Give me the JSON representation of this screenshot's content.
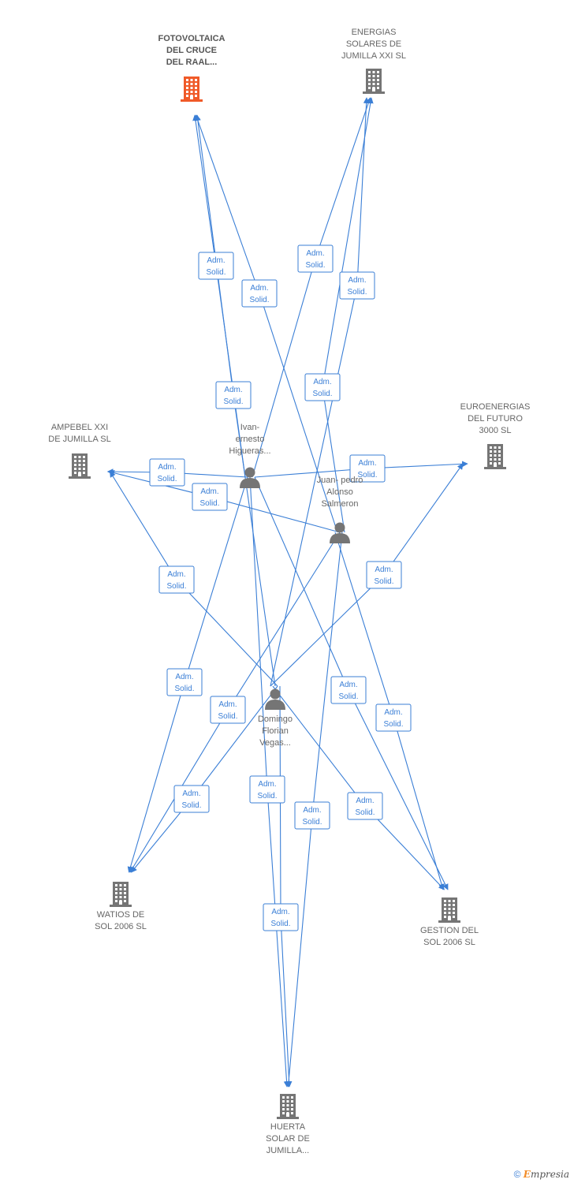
{
  "colors": {
    "edge": "#3b7fd6",
    "company": "#757575",
    "focus_company": "#f05a28",
    "person": "#757575"
  },
  "companies": [
    {
      "id": "c-fotovoltaica",
      "lines": [
        "FOTOVOLTAICA",
        "DEL CRUCE",
        "DEL RAAL..."
      ],
      "focus": true,
      "icon": "building-icon"
    },
    {
      "id": "c-energias",
      "lines": [
        "ENERGIAS",
        "SOLARES DE",
        "JUMILLA XXI SL"
      ],
      "icon": "building-icon"
    },
    {
      "id": "c-ampebel",
      "lines": [
        "AMPEBEL XXI",
        "DE JUMILLA SL"
      ],
      "icon": "building-icon"
    },
    {
      "id": "c-euroenergias",
      "lines": [
        "EUROENERGIAS",
        "DEL FUTURO",
        "3000 SL"
      ],
      "icon": "building-icon"
    },
    {
      "id": "c-watios",
      "lines": [
        "WATIOS DE",
        "SOL 2006 SL"
      ],
      "icon": "building-icon"
    },
    {
      "id": "c-gestion",
      "lines": [
        "GESTION DEL",
        "SOL 2006 SL"
      ],
      "icon": "building-icon"
    },
    {
      "id": "c-huerta",
      "lines": [
        "HUERTA",
        "SOLAR DE",
        "JUMILLA..."
      ],
      "icon": "building-icon"
    }
  ],
  "persons": [
    {
      "id": "p-ivan",
      "lines": [
        "Ivan-",
        "ernesto",
        "Higueras..."
      ],
      "icon": "person-icon"
    },
    {
      "id": "p-juan",
      "lines": [
        "Juan- pedro",
        "Alonso",
        "Salmeron"
      ],
      "icon": "person-icon"
    },
    {
      "id": "p-domingo",
      "lines": [
        "Domingo",
        "Florian",
        "Vegas..."
      ],
      "icon": "person-icon"
    }
  ],
  "edge_label": [
    "Adm.",
    "Solid."
  ],
  "edges": [
    {
      "from": "p-ivan",
      "to": "c-fotovoltaica"
    },
    {
      "from": "p-juan",
      "to": "c-fotovoltaica"
    },
    {
      "from": "p-domingo",
      "to": "c-fotovoltaica"
    },
    {
      "from": "p-ivan",
      "to": "c-energias"
    },
    {
      "from": "p-juan",
      "to": "c-energias"
    },
    {
      "from": "p-domingo",
      "to": "c-energias"
    },
    {
      "from": "p-ivan",
      "to": "c-ampebel"
    },
    {
      "from": "p-juan",
      "to": "c-ampebel"
    },
    {
      "from": "p-domingo",
      "to": "c-ampebel"
    },
    {
      "from": "p-ivan",
      "to": "c-euroenergias"
    },
    {
      "from": "p-domingo",
      "to": "c-euroenergias"
    },
    {
      "from": "p-ivan",
      "to": "c-watios"
    },
    {
      "from": "p-juan",
      "to": "c-watios"
    },
    {
      "from": "p-domingo",
      "to": "c-watios"
    },
    {
      "from": "p-ivan",
      "to": "c-gestion"
    },
    {
      "from": "p-juan",
      "to": "c-gestion"
    },
    {
      "from": "p-domingo",
      "to": "c-gestion"
    },
    {
      "from": "p-ivan",
      "to": "c-huerta"
    },
    {
      "from": "p-juan",
      "to": "c-huerta"
    },
    {
      "from": "p-domingo",
      "to": "c-huerta"
    }
  ],
  "footer": {
    "copyright": "©",
    "brand_initial": "E",
    "brand_rest": "mpresia"
  }
}
